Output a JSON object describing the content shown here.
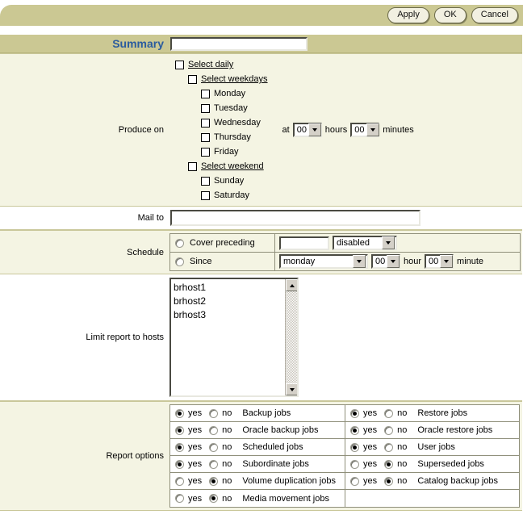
{
  "toolbar": {
    "buttons": [
      {
        "label": "Apply",
        "name": "apply-button"
      },
      {
        "label": "OK",
        "name": "ok-button"
      },
      {
        "label": "Cancel",
        "name": "cancel-button"
      }
    ]
  },
  "colors": {
    "header_tan": "#cbc893",
    "row_cream": "#f4f4e3",
    "row_white": "#ffffff",
    "label_blue": "#2b5c9e",
    "border": "#8f8f7a"
  },
  "form": {
    "summary": {
      "label": "Summary",
      "value": "",
      "placeholder": ""
    },
    "produce_on": {
      "label": "Produce on",
      "nodes": [
        {
          "label": "Select daily",
          "level": 1,
          "checked": false,
          "link": true
        },
        {
          "label": "Select weekdays",
          "level": 2,
          "checked": false,
          "link": true
        },
        {
          "label": "Monday",
          "level": 3,
          "checked": false,
          "link": false
        },
        {
          "label": "Tuesday",
          "level": 3,
          "checked": false,
          "link": false
        },
        {
          "label": "Wednesday",
          "level": 3,
          "checked": false,
          "link": false
        },
        {
          "label": "Thursday",
          "level": 3,
          "checked": false,
          "link": false
        },
        {
          "label": "Friday",
          "level": 3,
          "checked": false,
          "link": false
        },
        {
          "label": "Select weekend",
          "level": 2,
          "checked": false,
          "link": true
        },
        {
          "label": "Sunday",
          "level": 3,
          "checked": false,
          "link": false
        },
        {
          "label": "Saturday",
          "level": 3,
          "checked": false,
          "link": false
        }
      ],
      "time": {
        "at_label": "at",
        "hours_value": "00",
        "hours_label": "hours",
        "minutes_value": "00",
        "minutes_label": "minutes"
      }
    },
    "mail_to": {
      "label": "Mail to",
      "value": "",
      "placeholder": ""
    },
    "schedule": {
      "label": "Schedule",
      "cover_preceding": {
        "radio_label": "Cover preceding",
        "selected": false,
        "amount_value": "",
        "unit_value": "disabled"
      },
      "since": {
        "radio_label": "Since",
        "selected": false,
        "day_value": "monday",
        "hour_value": "00",
        "hour_label": "hour",
        "minute_value": "00",
        "minute_label": "minute"
      }
    },
    "limit_hosts": {
      "label": "Limit report to hosts",
      "options": [
        "brhost1",
        "brhost2",
        "brhost3"
      ],
      "selected": ""
    },
    "report_options": {
      "label": "Report options",
      "yes_label": "yes",
      "no_label": "no",
      "left_column": [
        {
          "job": "Backup jobs",
          "value": "yes"
        },
        {
          "job": "Oracle backup jobs",
          "value": "yes"
        },
        {
          "job": "Scheduled jobs",
          "value": "yes"
        },
        {
          "job": "Subordinate jobs",
          "value": "yes"
        },
        {
          "job": "Volume duplication jobs",
          "value": "no"
        },
        {
          "job": "Media movement jobs",
          "value": "no"
        }
      ],
      "right_column": [
        {
          "job": "Restore jobs",
          "value": "yes"
        },
        {
          "job": "Oracle restore jobs",
          "value": "yes"
        },
        {
          "job": "User jobs",
          "value": "yes"
        },
        {
          "job": "Superseded jobs",
          "value": "no"
        },
        {
          "job": "Catalog backup jobs",
          "value": "no"
        },
        {
          "job": "",
          "value": ""
        }
      ]
    }
  }
}
